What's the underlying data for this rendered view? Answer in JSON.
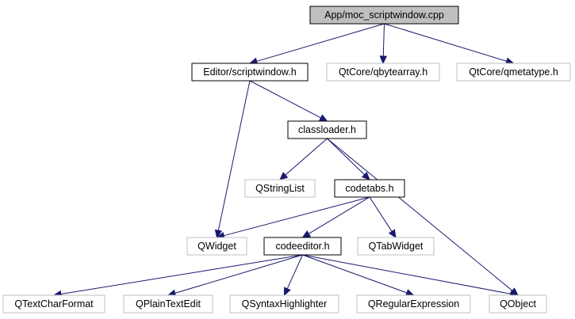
{
  "colors": {
    "edge": "#191970",
    "root_fill": "#bfbfbf",
    "node_border": "#000000",
    "external_border": "#bfbfbf",
    "text": "#000000"
  },
  "nodes": {
    "moc_scriptwindow": {
      "label": "App/moc_scriptwindow.cpp",
      "kind": "root"
    },
    "scriptwindow_h": {
      "label": "Editor/scriptwindow.h",
      "kind": "internal"
    },
    "qbytearray_h": {
      "label": "QtCore/qbytearray.h",
      "kind": "external"
    },
    "qmetatype_h": {
      "label": "QtCore/qmetatype.h",
      "kind": "external"
    },
    "classloader_h": {
      "label": "classloader.h",
      "kind": "internal"
    },
    "qstringlist": {
      "label": "QStringList",
      "kind": "external"
    },
    "codetabs_h": {
      "label": "codetabs.h",
      "kind": "internal"
    },
    "qwidget": {
      "label": "QWidget",
      "kind": "external"
    },
    "codeeditor_h": {
      "label": "codeeditor.h",
      "kind": "internal"
    },
    "qtabwidget": {
      "label": "QTabWidget",
      "kind": "external"
    },
    "qtextcharformat": {
      "label": "QTextCharFormat",
      "kind": "external"
    },
    "qplaintextedit": {
      "label": "QPlainTextEdit",
      "kind": "external"
    },
    "qsyntaxhighlighter": {
      "label": "QSyntaxHighlighter",
      "kind": "external"
    },
    "qregularexpression": {
      "label": "QRegularExpression",
      "kind": "external"
    },
    "qobject": {
      "label": "QObject",
      "kind": "external"
    }
  },
  "edges": [
    {
      "from": "moc_scriptwindow",
      "to": "scriptwindow_h"
    },
    {
      "from": "moc_scriptwindow",
      "to": "qbytearray_h"
    },
    {
      "from": "moc_scriptwindow",
      "to": "qmetatype_h"
    },
    {
      "from": "scriptwindow_h",
      "to": "classloader_h"
    },
    {
      "from": "scriptwindow_h",
      "to": "qwidget"
    },
    {
      "from": "classloader_h",
      "to": "qstringlist"
    },
    {
      "from": "classloader_h",
      "to": "codetabs_h"
    },
    {
      "from": "classloader_h",
      "to": "qobject"
    },
    {
      "from": "codetabs_h",
      "to": "qwidget"
    },
    {
      "from": "codetabs_h",
      "to": "codeeditor_h"
    },
    {
      "from": "codetabs_h",
      "to": "qtabwidget"
    },
    {
      "from": "codeeditor_h",
      "to": "qtextcharformat"
    },
    {
      "from": "codeeditor_h",
      "to": "qplaintextedit"
    },
    {
      "from": "codeeditor_h",
      "to": "qsyntaxhighlighter"
    },
    {
      "from": "codeeditor_h",
      "to": "qregularexpression"
    },
    {
      "from": "codeeditor_h",
      "to": "qobject"
    }
  ]
}
